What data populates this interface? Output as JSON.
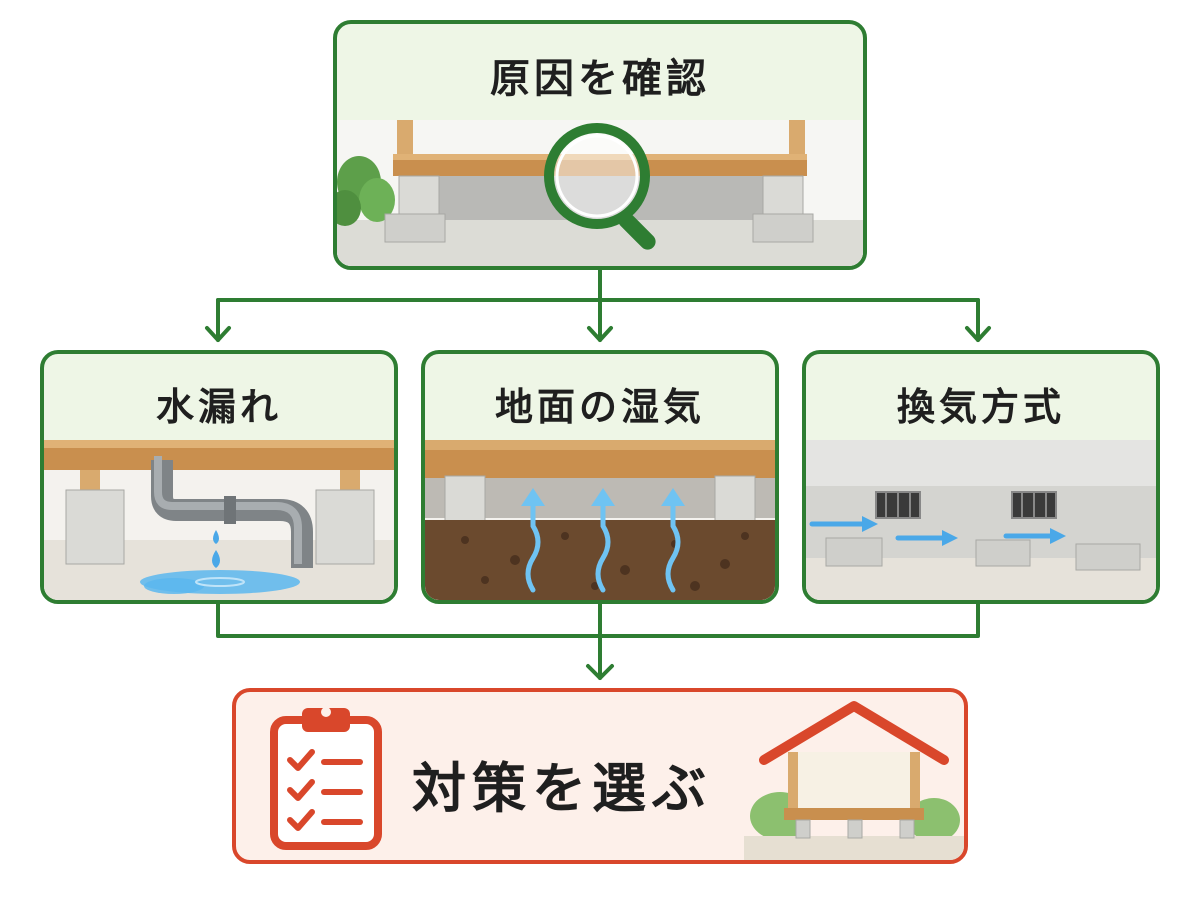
{
  "top": {
    "title": "原因を確認"
  },
  "causes": [
    {
      "title": "水漏れ"
    },
    {
      "title": "地面の湿気"
    },
    {
      "title": "換気方式"
    }
  ],
  "result": {
    "title": "対策を選ぶ"
  },
  "colors": {
    "green": "#2e7d32",
    "red": "#d9472b",
    "card_bg": "#eef6e6",
    "result_bg": "#fdf0ea",
    "water": "#4aa8e8"
  }
}
